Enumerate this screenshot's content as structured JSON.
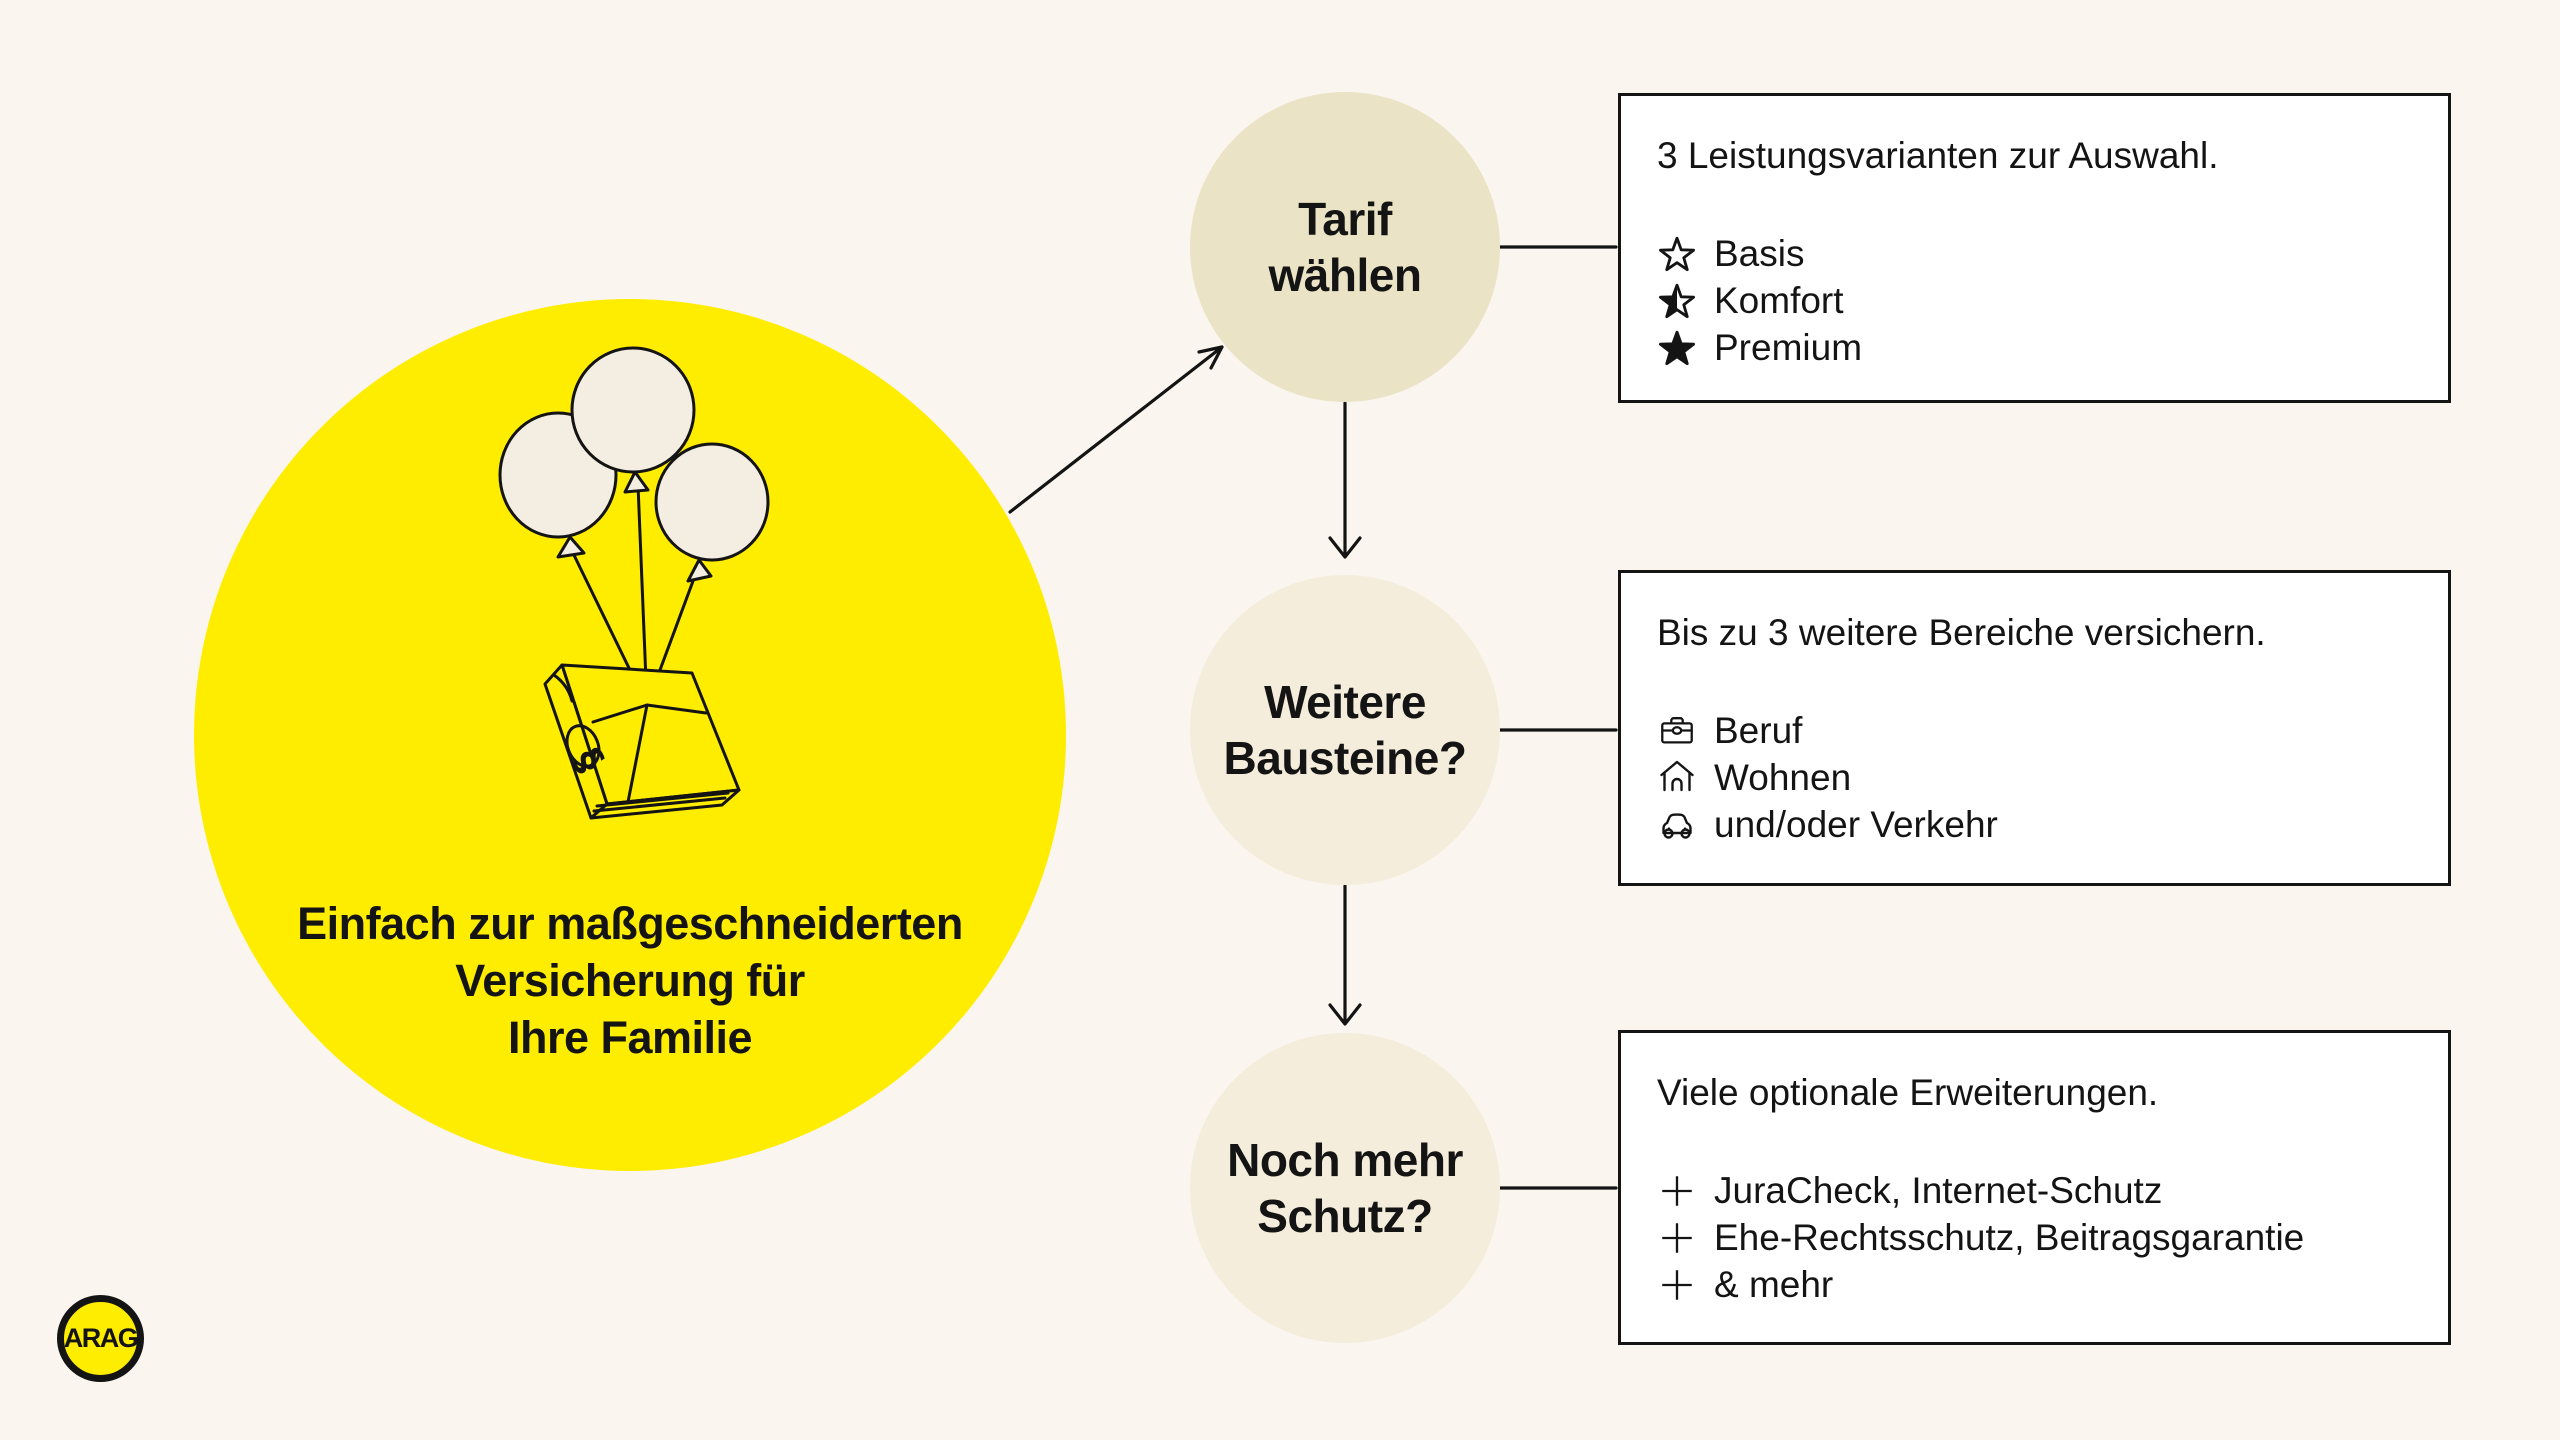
{
  "colors": {
    "background": "#FAF5EE",
    "brand_yellow": "#FFED00",
    "circle_beige_dark": "#EBE3C5",
    "circle_beige_light": "#F4EDDB",
    "balloon_cream": "#F4EEE2",
    "line_black": "#141414",
    "box_white": "#FFFFFF"
  },
  "hero": {
    "caption_lines": [
      "Einfach zur maßgeschneiderten",
      "Versicherung für",
      "Ihre Familie"
    ],
    "illustration": "three-balloons-carrying-law-book",
    "paragraph_symbol": "§"
  },
  "logo": {
    "label": "ARAG"
  },
  "steps": [
    {
      "label_lines": [
        "Tarif",
        "wählen"
      ],
      "box": {
        "title": "3 Leistungsvarianten zur Auswahl.",
        "items": [
          {
            "icon": "star-outline-icon",
            "label": "Basis"
          },
          {
            "icon": "star-half-icon",
            "label": "Komfort"
          },
          {
            "icon": "star-filled-icon",
            "label": "Premium"
          }
        ]
      }
    },
    {
      "label_lines": [
        "Weitere",
        "Bausteine?"
      ],
      "box": {
        "title": "Bis zu 3 weitere Bereiche versichern.",
        "items": [
          {
            "icon": "briefcase-icon",
            "label": "Beruf"
          },
          {
            "icon": "house-icon",
            "label": "Wohnen"
          },
          {
            "icon": "car-icon",
            "label": "und/oder Verkehr"
          }
        ]
      }
    },
    {
      "label_lines": [
        "Noch mehr",
        "Schutz?"
      ],
      "box": {
        "title": "Viele optionale Erweiterungen.",
        "items": [
          {
            "icon": "plus-icon",
            "label": "JuraCheck, Internet-Schutz"
          },
          {
            "icon": "plus-icon",
            "label": "Ehe-Rechtsschutz, Beitragsgarantie"
          },
          {
            "icon": "plus-icon",
            "label": "& mehr"
          }
        ]
      }
    }
  ]
}
